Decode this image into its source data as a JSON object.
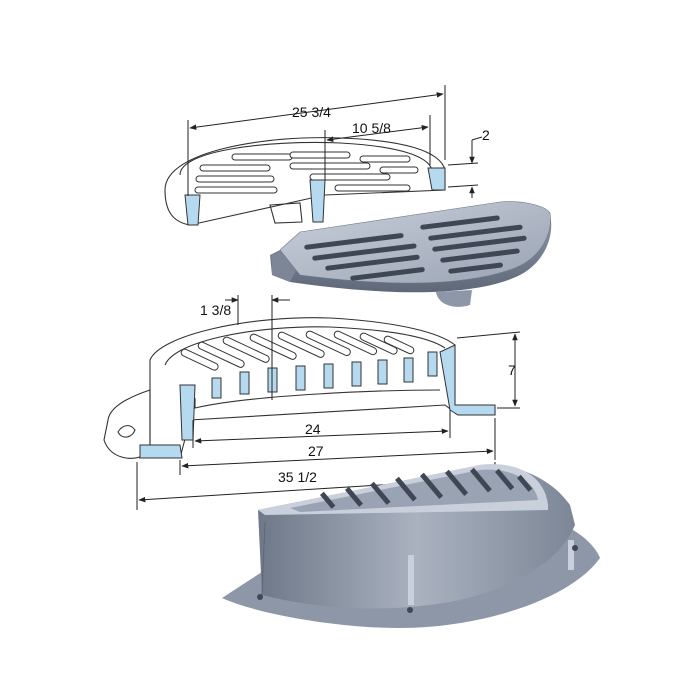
{
  "dimensions": {
    "grate_width": "25 3/4",
    "grate_depth": "10 5/8",
    "grate_thickness": "2",
    "bar_spacing": "1 3/8",
    "frame_height": "7",
    "clear_opening": "24",
    "frame_width": "27",
    "flange_width": "35 1/2"
  },
  "colors": {
    "section_cut": "#b5daf0",
    "casting_light": "#b2bac8",
    "casting_dark": "#5f6878",
    "line_art": "#333333"
  }
}
